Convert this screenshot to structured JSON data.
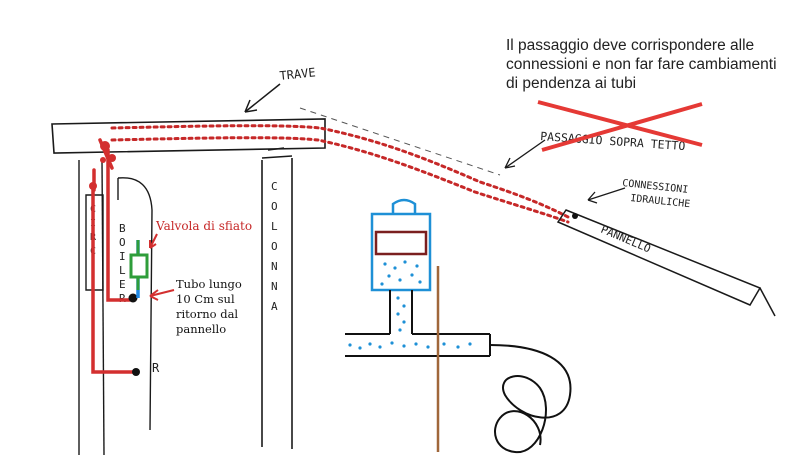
{
  "note": {
    "line1": "Il passaggio deve corrispondere alle",
    "line2": "connessioni e non far fare cambiamenti",
    "line3": "di pendenza ai tubi"
  },
  "labels": {
    "trave": "TRAVE",
    "crossed": "PASSAGGIO SOPRA TETTO",
    "connessioni_1": "CONNESSIONI",
    "connessioni_2": "IDRAULICHE",
    "pannello": "PANNELLO",
    "colonna": "COLONNA",
    "circ": "CIRC",
    "boiler": "BOILER",
    "r": "R",
    "valvola": "Valvola di sfiato",
    "tubo_1": "Tubo lungo",
    "tubo_2": "10 Cm sul",
    "tubo_3": "ritorno dal",
    "tubo_4": "pannello"
  },
  "colors": {
    "red_pipe": "#d32f2f",
    "red_dots": "#c62828",
    "valve_green": "#2e9d3a",
    "tube_blue": "#1e88e5",
    "tank_blue": "#1e90d6",
    "tank_top": "#7a1f1f",
    "post_brown": "#a0673a",
    "sketch": "#1a1a1a"
  }
}
